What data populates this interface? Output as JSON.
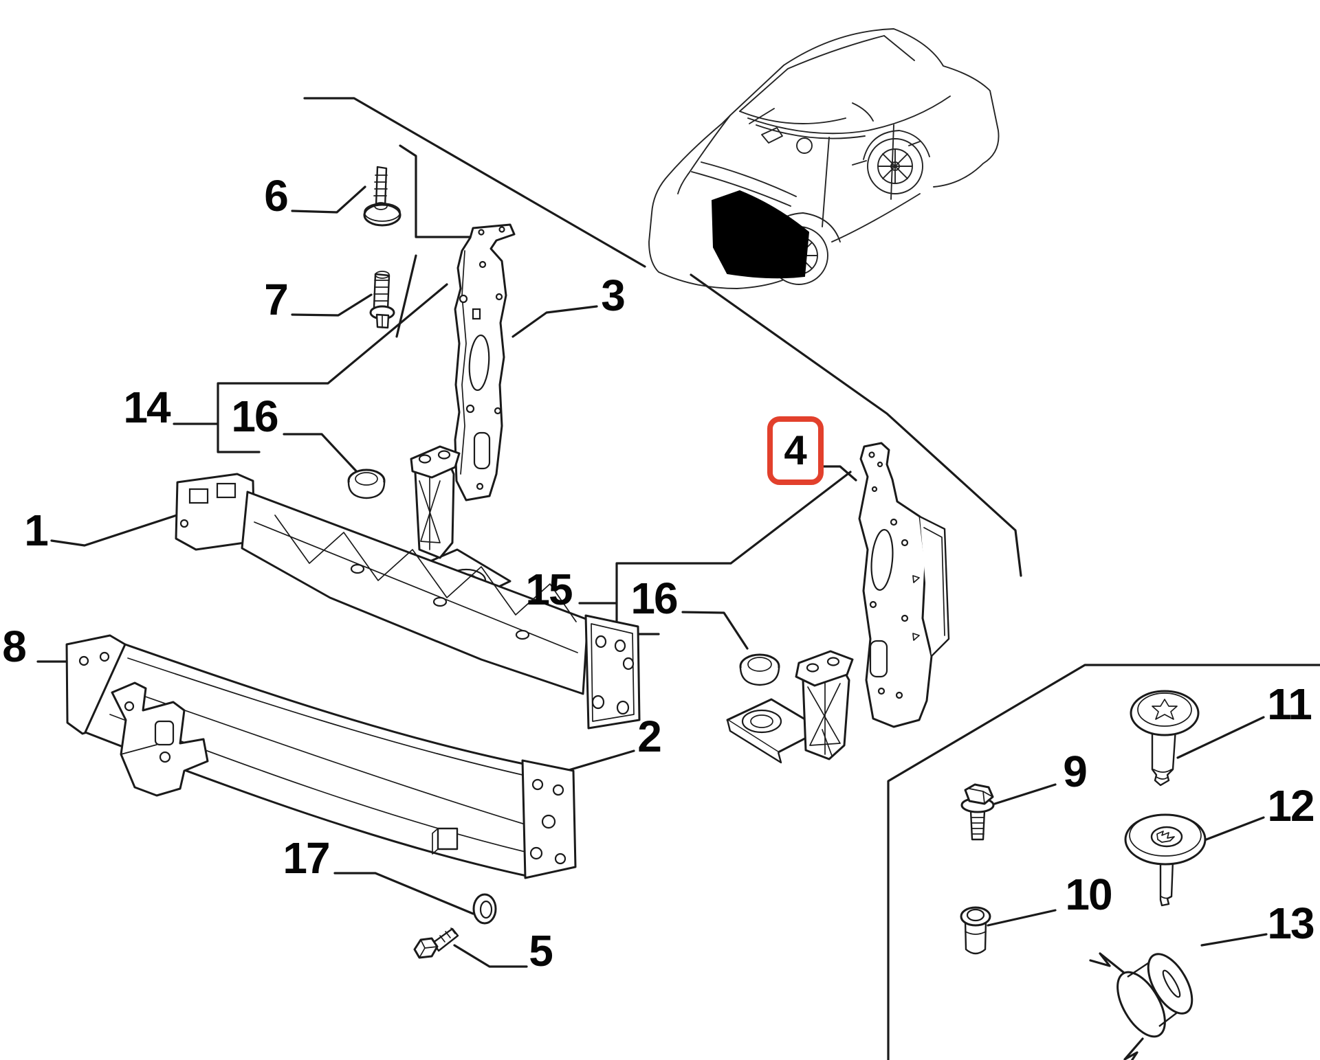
{
  "diagram_type": "exploded-parts-diagram",
  "subject": "front-end radiator support and bumper reinforcement",
  "colors": {
    "highlight": "#e2402c",
    "line": "#1a1a1a",
    "background": "#ffffff",
    "vehicle_marker_fill": "#000000"
  },
  "highlighted_callout_label": "4",
  "callouts": [
    {
      "label": "1"
    },
    {
      "label": "2"
    },
    {
      "label": "3"
    },
    {
      "label": "4"
    },
    {
      "label": "5"
    },
    {
      "label": "6"
    },
    {
      "label": "7"
    },
    {
      "label": "8"
    },
    {
      "label": "9"
    },
    {
      "label": "10"
    },
    {
      "label": "11"
    },
    {
      "label": "12"
    },
    {
      "label": "13"
    },
    {
      "label": "14"
    },
    {
      "label": "15"
    },
    {
      "label": "16"
    },
    {
      "label": "16"
    },
    {
      "label": "17"
    }
  ]
}
